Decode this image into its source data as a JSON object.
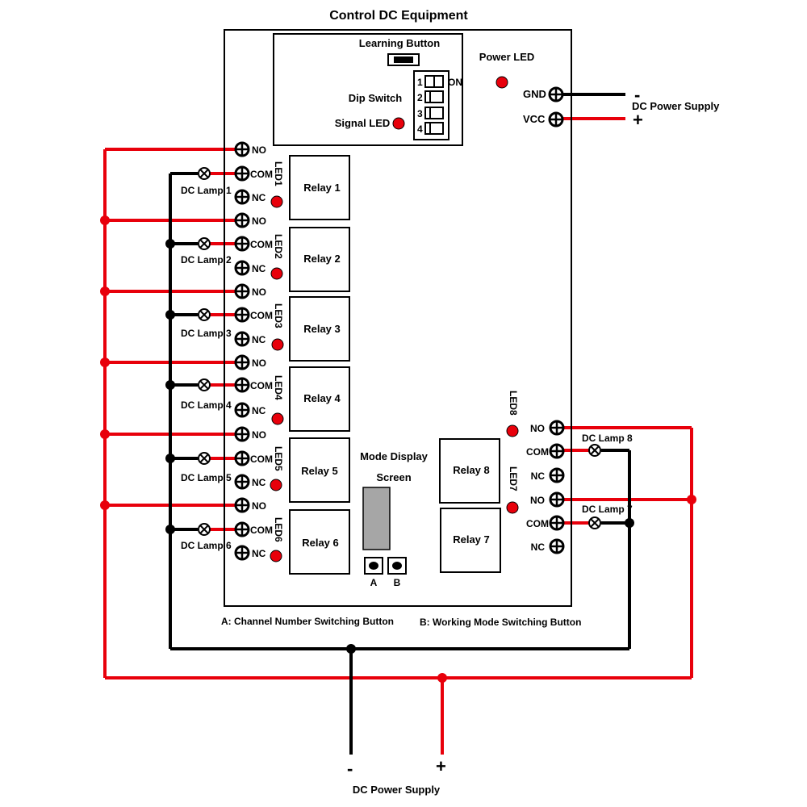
{
  "title": "Control DC Equipment",
  "module": {
    "learning_button": "Learning Button",
    "power_led": "Power LED",
    "dip_switch": "Dip Switch",
    "signal_led": "Signal LED",
    "dip_positions": [
      "1",
      "2",
      "3",
      "4"
    ],
    "dip_on": "ON",
    "mode_display": "Mode Display",
    "mode_display_2": "Screen",
    "button_a": "A",
    "button_b": "B",
    "note_a": "A: Channel Number Switching Button",
    "note_b": "B: Working Mode Switching Button"
  },
  "power_in": {
    "gnd": "GND",
    "vcc": "VCC",
    "minus": "-",
    "plus": "+",
    "label": "DC Power Supply"
  },
  "power_bottom": {
    "minus": "-",
    "plus": "+",
    "label": "DC Power Supply"
  },
  "terminal_labels": {
    "no": "NO",
    "com": "COM",
    "nc": "NC"
  },
  "relays": [
    {
      "label": "Relay 1",
      "led": "LED1",
      "lamp": "DC Lamp 1"
    },
    {
      "label": "Relay 2",
      "led": "LED2",
      "lamp": "DC Lamp 2"
    },
    {
      "label": "Relay 3",
      "led": "LED3",
      "lamp": "DC Lamp 3"
    },
    {
      "label": "Relay 4",
      "led": "LED4",
      "lamp": "DC Lamp 4"
    },
    {
      "label": "Relay 5",
      "led": "LED5",
      "lamp": "DC Lamp 5"
    },
    {
      "label": "Relay 6",
      "led": "LED6",
      "lamp": "DC Lamp 6"
    },
    {
      "label": "Relay 7",
      "led": "LED7",
      "lamp": "DC Lamp 7"
    },
    {
      "label": "Relay 8",
      "led": "LED8",
      "lamp": "DC Lamp 8"
    }
  ],
  "colors": {
    "wire_red": "#e8000b",
    "wire_black": "#000000",
    "led": "#e8000b",
    "display": "#a6a6a6"
  }
}
